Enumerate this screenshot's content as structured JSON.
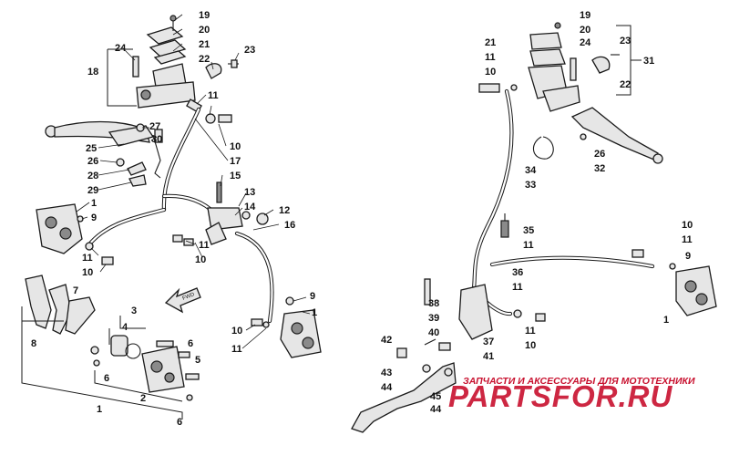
{
  "callouts": {
    "l19": "19",
    "l20": "20",
    "l21": "21",
    "l24": "24",
    "l22": "22",
    "l23": "23",
    "l18": "18",
    "l11a": "11",
    "l27": "27",
    "l30": "30",
    "l25": "25",
    "l26": "26",
    "l28": "28",
    "l29": "29",
    "l10a": "10",
    "l17": "17",
    "l15": "15",
    "l13": "13",
    "l14": "14",
    "l12": "12",
    "l16": "16",
    "l1a": "1",
    "l9a": "9",
    "l11b": "11",
    "l11c": "11",
    "l10b": "10",
    "l10c": "10",
    "l7": "7",
    "l3": "3",
    "l4": "4",
    "l5": "5",
    "l6a": "6",
    "l6b": "6",
    "l6c": "6",
    "l8": "8",
    "l1b": "1",
    "l2": "2",
    "l9b": "9",
    "l1c": "1",
    "l10d": "10",
    "l11d": "11",
    "r19": "19",
    "r20": "20",
    "r24": "24",
    "r21": "21",
    "r11a": "11",
    "r10a": "10",
    "r23": "23",
    "r31": "31",
    "r22": "22",
    "r26": "26",
    "r32": "32",
    "r34": "34",
    "r33": "33",
    "r35": "35",
    "r11b": "11",
    "r36": "36",
    "r11c": "11",
    "r10b": "10",
    "r11d": "11",
    "r9": "9",
    "r1": "1",
    "r38": "38",
    "r39": "39",
    "r40": "40",
    "r11e": "11",
    "r10c": "10",
    "r37": "37",
    "r41": "41",
    "r42": "42",
    "r43": "43",
    "r44a": "44",
    "r45": "45",
    "r44b": "44"
  },
  "fwd_label": "FWD",
  "watermark": {
    "caption": "ЗАПЧАСТИ И АКСЕССУАРЫ ДЛЯ МОТОТЕХНИКИ",
    "brand": "PARTSFOR.RU",
    "color": "#c8102e"
  }
}
